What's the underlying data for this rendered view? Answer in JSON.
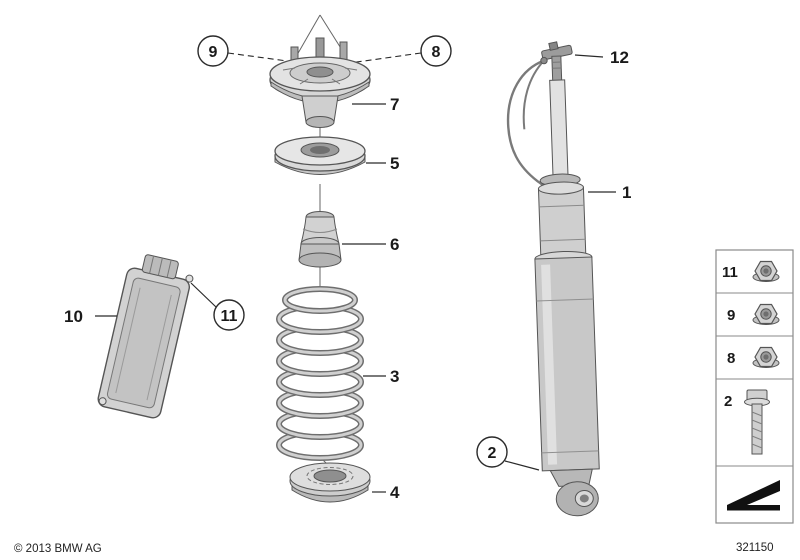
{
  "meta": {
    "copyright": "© 2013 BMW AG",
    "drawing_number": "321150"
  },
  "callouts": {
    "c1": "1",
    "c2": "2",
    "c3": "3",
    "c4": "4",
    "c5": "5",
    "c6": "6",
    "c7": "7",
    "c8": "8",
    "c9": "9",
    "c10": "10",
    "c11": "11",
    "c12": "12"
  },
  "sidebar": {
    "items": [
      {
        "label": "11",
        "icon": "flange-nut-icon"
      },
      {
        "label": "9",
        "icon": "hex-nut-icon"
      },
      {
        "label": "8",
        "icon": "hex-nut-icon"
      },
      {
        "label": "2",
        "icon": "flange-bolt-icon"
      }
    ],
    "footer_icon": "direction-of-travel-arrow-icon"
  },
  "colors": {
    "background": "#ffffff",
    "line": "#2a2a2a",
    "part_stroke": "#555555",
    "part_fill": "#cccccc",
    "part_fill_light": "#e2e2e2",
    "symbol_black": "#111111"
  }
}
